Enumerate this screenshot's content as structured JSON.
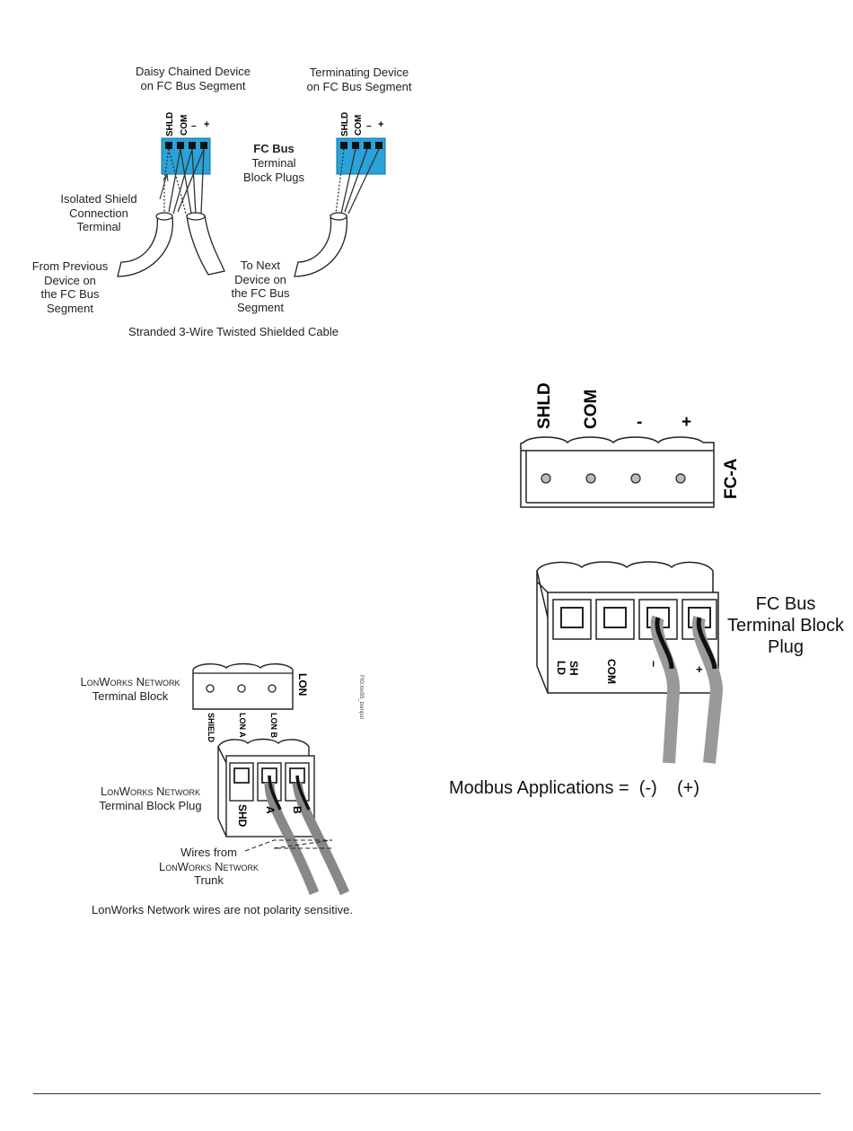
{
  "fig1": {
    "daisy_title": [
      "Daisy Chained Device",
      "on FC Bus Segment"
    ],
    "term_title": [
      "Terminating Device",
      "on FC Bus Segment"
    ],
    "pins": [
      "SHLD",
      "COM",
      "–",
      "+"
    ],
    "plug_title": "FC Bus",
    "plug_sub": [
      "Terminal",
      "Block Plugs"
    ],
    "shield_label": [
      "Isolated Shield",
      "Connection",
      "Terminal"
    ],
    "from_prev": [
      "From Previous",
      "Device on",
      "the FC Bus",
      "Segment"
    ],
    "to_next": [
      "To Next",
      "Device on",
      "the FC Bus",
      "Segment"
    ],
    "caption": "Stranded 3-Wire Twisted Shielded Cable",
    "colors": {
      "terminal": "#29a3d9",
      "wire": "#333333"
    }
  },
  "fig2": {
    "pins": [
      "SHLD",
      "COM",
      "-",
      "+"
    ],
    "side_label": "FC-A"
  },
  "fig3": {
    "plug_label": [
      "FC Bus",
      "Terminal Block",
      "Plug"
    ],
    "pin_labels": [
      "SH",
      "LD",
      "COM",
      "–",
      "+"
    ],
    "caption": "Modbus Applications =  (-)    (+)",
    "colors": {
      "wire_jacket": "#999999",
      "wire_core": "#111111"
    }
  },
  "fig4": {
    "block_label_1": "LonWorks Network",
    "block_label_2": "Terminal Block",
    "block_side": "LON",
    "pins": [
      "SHIELD",
      "LON A",
      "LON B"
    ],
    "fig_id": "FIG:lon55_bsmpst",
    "plug_label_1": "LonWorks Network",
    "plug_label_2": "Terminal Block Plug",
    "plug_pins": [
      "SHD",
      "A",
      "B"
    ],
    "wires_label": [
      "Wires from",
      "LonWorks Network",
      "Trunk"
    ],
    "caption": "LonWorks Network wires are not polarity sensitive."
  }
}
